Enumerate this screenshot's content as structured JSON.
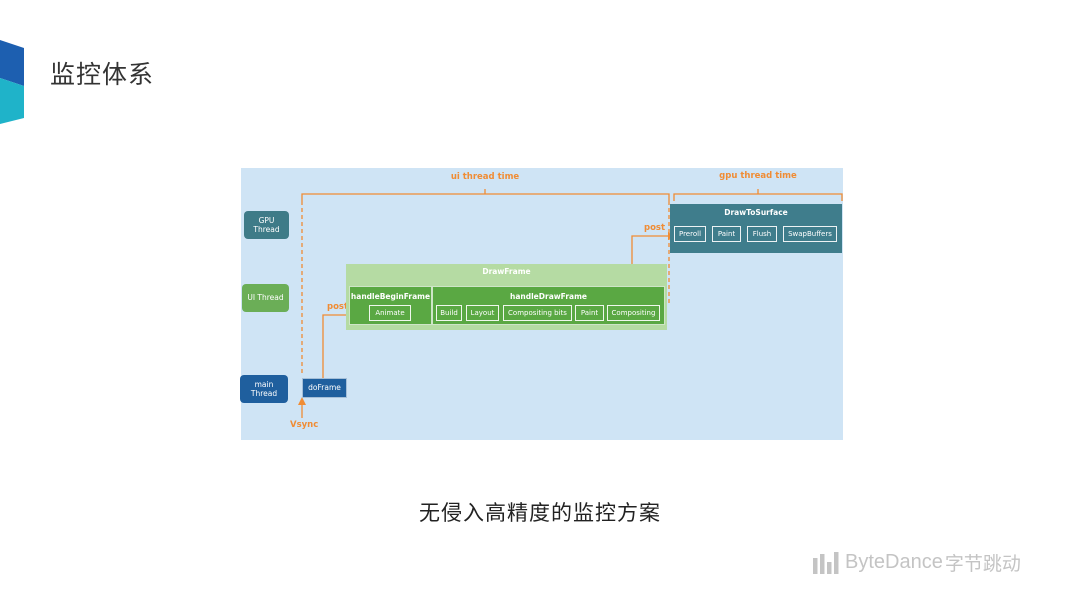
{
  "slide": {
    "title": "监控体系",
    "caption": "无侵入高精度的监控方案"
  },
  "logo": {
    "brand": "ByteDance",
    "brand_cn": "字节跳动",
    "icon": "bytedance-bars-icon"
  },
  "diagram": {
    "labels": {
      "ui_thread_time": "ui thread time",
      "gpu_thread_time": "gpu thread time",
      "vsync": "Vsync",
      "post_ui": "post",
      "post_gpu": "post"
    },
    "lanes": {
      "gpu": "GPU\nThread",
      "ui": "UI Thread",
      "main": "main\nThread"
    },
    "doframe": "doFrame",
    "drawframe": {
      "title": "DrawFrame",
      "begin_title": "handleBeginFrame",
      "begin_steps": [
        "Animate"
      ],
      "draw_title": "handleDrawFrame",
      "draw_steps": [
        "Build",
        "Layout",
        "Compositing bits",
        "Paint",
        "Compositing"
      ]
    },
    "drawtosurface": {
      "title": "DrawToSurface",
      "steps": [
        "Preroll",
        "Paint",
        "Flush",
        "SwapBuffers"
      ]
    },
    "colors": {
      "background": "#cfe4f5",
      "gpu_lane": "#3e7b88",
      "ui_lane": "#6bae57",
      "main_lane": "#1f5f9e",
      "drawframe_outer": "#b5dba3",
      "drawframe_inner": "#5aa843",
      "drawtosurface": "#3f7d8c",
      "arrow": "#f08c34"
    }
  }
}
